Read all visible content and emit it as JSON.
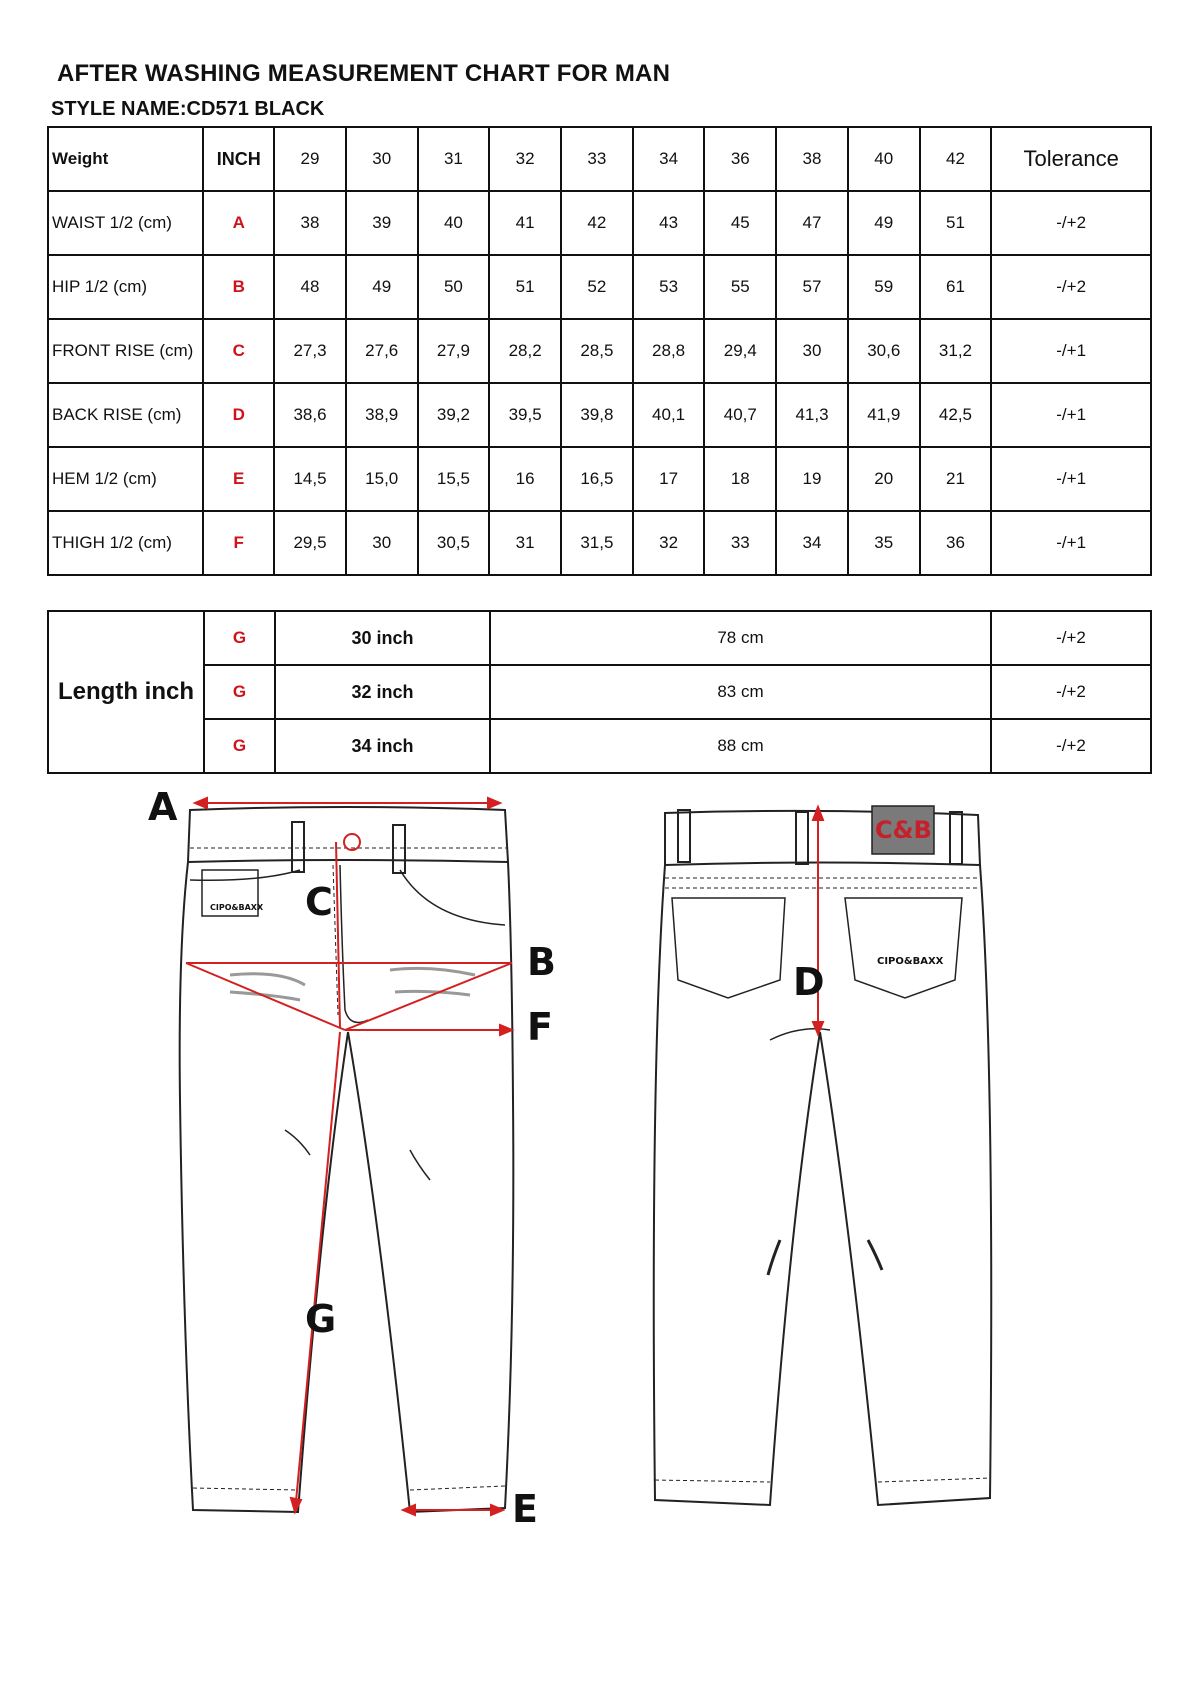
{
  "header": {
    "title": "AFTER WASHING MEASUREMENT CHART FOR MAN",
    "style_name": "STYLE NAME:CD571 BLACK"
  },
  "measurements": {
    "header": {
      "weight": "Weight",
      "inch": "INCH",
      "sizes": [
        "29",
        "30",
        "31",
        "32",
        "33",
        "34",
        "36",
        "38",
        "40",
        "42"
      ],
      "tolerance": "Tolerance"
    },
    "rows": [
      {
        "label": "WAIST 1/2 (cm)",
        "code": "A",
        "values": [
          "38",
          "39",
          "40",
          "41",
          "42",
          "43",
          "45",
          "47",
          "49",
          "51"
        ],
        "tolerance": "-/+2"
      },
      {
        "label": "HIP 1/2 (cm)",
        "code": "B",
        "values": [
          "48",
          "49",
          "50",
          "51",
          "52",
          "53",
          "55",
          "57",
          "59",
          "61"
        ],
        "tolerance": "-/+2"
      },
      {
        "label": "FRONT RISE (cm)",
        "code": "C",
        "values": [
          "27,3",
          "27,6",
          "27,9",
          "28,2",
          "28,5",
          "28,8",
          "29,4",
          "30",
          "30,6",
          "31,2"
        ],
        "tolerance": "-/+1"
      },
      {
        "label": "BACK RISE (cm)",
        "code": "D",
        "values": [
          "38,6",
          "38,9",
          "39,2",
          "39,5",
          "39,8",
          "40,1",
          "40,7",
          "41,3",
          "41,9",
          "42,5"
        ],
        "tolerance": "-/+1"
      },
      {
        "label": "HEM 1/2  (cm)",
        "code": "E",
        "values": [
          "14,5",
          "15,0",
          "15,5",
          "16",
          "16,5",
          "17",
          "18",
          "19",
          "20",
          "21"
        ],
        "tolerance": "-/+1"
      },
      {
        "label": "THIGH 1/2 (cm)",
        "code": "F",
        "values": [
          "29,5",
          "30",
          "30,5",
          "31",
          "31,5",
          "32",
          "33",
          "34",
          "35",
          "36"
        ],
        "tolerance": "-/+1"
      }
    ]
  },
  "length": {
    "label": "Length inch",
    "rows": [
      {
        "code": "G",
        "inch": "30 inch",
        "cm": "78 cm",
        "tolerance": "-/+2"
      },
      {
        "code": "G",
        "inch": "32 inch",
        "cm": "83 cm",
        "tolerance": "-/+2"
      },
      {
        "code": "G",
        "inch": "34 inch",
        "cm": "88 cm",
        "tolerance": "-/+2"
      }
    ]
  },
  "drawing": {
    "labels": {
      "a": "A",
      "b": "B",
      "c": "C",
      "d": "D",
      "e": "E",
      "f": "F",
      "g": "G"
    },
    "front_brand": "CIPO&BAXX",
    "back_patch": "C&B",
    "back_pocket_brand": "CIPO&BAXX",
    "accent_color": "#d32020"
  }
}
